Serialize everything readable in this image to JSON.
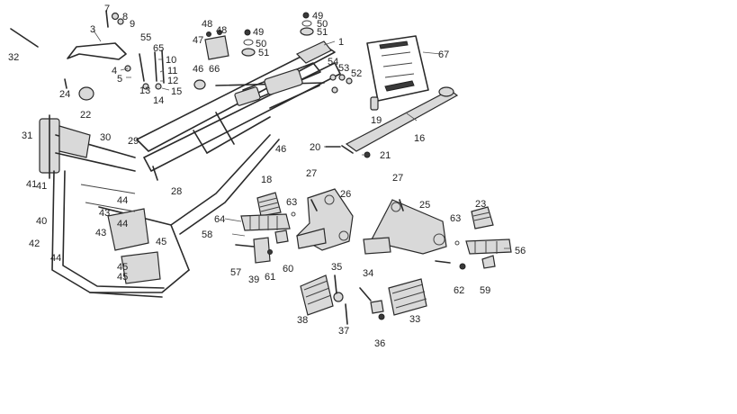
{
  "parts": [
    {
      "id": "part-1",
      "label": "1"
    },
    {
      "id": "part-3",
      "label": "3"
    },
    {
      "id": "part-4",
      "label": "4"
    },
    {
      "id": "part-5",
      "label": "5"
    },
    {
      "id": "part-7",
      "label": "7"
    },
    {
      "id": "part-8",
      "label": "8"
    },
    {
      "id": "part-9",
      "label": "9"
    },
    {
      "id": "part-10",
      "label": "10"
    },
    {
      "id": "part-11",
      "label": "11"
    },
    {
      "id": "part-12",
      "label": "12"
    },
    {
      "id": "part-13",
      "label": "13"
    },
    {
      "id": "part-14",
      "label": "14"
    },
    {
      "id": "part-15",
      "label": "15"
    },
    {
      "id": "part-16",
      "label": "16"
    },
    {
      "id": "part-18",
      "label": "18"
    },
    {
      "id": "part-19",
      "label": "19"
    },
    {
      "id": "part-20",
      "label": "20"
    },
    {
      "id": "part-21",
      "label": "21"
    },
    {
      "id": "part-22",
      "label": "22"
    },
    {
      "id": "part-23",
      "label": "23"
    },
    {
      "id": "part-24",
      "label": "24"
    },
    {
      "id": "part-25",
      "label": "25"
    },
    {
      "id": "part-26",
      "label": "26"
    },
    {
      "id": "part-27a",
      "label": "27"
    },
    {
      "id": "part-27b",
      "label": "27"
    },
    {
      "id": "part-28",
      "label": "28"
    },
    {
      "id": "part-29",
      "label": "29"
    },
    {
      "id": "part-30",
      "label": "30"
    },
    {
      "id": "part-31",
      "label": "31"
    },
    {
      "id": "part-32",
      "label": "32"
    },
    {
      "id": "part-33",
      "label": "33"
    },
    {
      "id": "part-34",
      "label": "34"
    },
    {
      "id": "part-35",
      "label": "35"
    },
    {
      "id": "part-36",
      "label": "36"
    },
    {
      "id": "part-37",
      "label": "37"
    },
    {
      "id": "part-38",
      "label": "38"
    },
    {
      "id": "part-39",
      "label": "39"
    },
    {
      "id": "part-40",
      "label": "40"
    },
    {
      "id": "part-41a",
      "label": "41"
    },
    {
      "id": "part-41b",
      "label": "41"
    },
    {
      "id": "part-42",
      "label": "42"
    },
    {
      "id": "part-43a",
      "label": "43"
    },
    {
      "id": "part-43b",
      "label": "43"
    },
    {
      "id": "part-44a",
      "label": "44"
    },
    {
      "id": "part-44b",
      "label": "44"
    },
    {
      "id": "part-44c",
      "label": "44"
    },
    {
      "id": "part-45a",
      "label": "45"
    },
    {
      "id": "part-45b",
      "label": "45"
    },
    {
      "id": "part-45c",
      "label": "45"
    },
    {
      "id": "part-46a",
      "label": "46"
    },
    {
      "id": "part-46b",
      "label": "46"
    },
    {
      "id": "part-47",
      "label": "47"
    },
    {
      "id": "part-48a",
      "label": "48"
    },
    {
      "id": "part-48b",
      "label": "48"
    },
    {
      "id": "part-49a",
      "label": "49"
    },
    {
      "id": "part-49b",
      "label": "49"
    },
    {
      "id": "part-50a",
      "label": "50"
    },
    {
      "id": "part-50b",
      "label": "50"
    },
    {
      "id": "part-51a",
      "label": "51"
    },
    {
      "id": "part-51b",
      "label": "51"
    },
    {
      "id": "part-52",
      "label": "52"
    },
    {
      "id": "part-53",
      "label": "53"
    },
    {
      "id": "part-54",
      "label": "54"
    },
    {
      "id": "part-55",
      "label": "55"
    },
    {
      "id": "part-56",
      "label": "56"
    },
    {
      "id": "part-57",
      "label": "57"
    },
    {
      "id": "part-58",
      "label": "58"
    },
    {
      "id": "part-59",
      "label": "59"
    },
    {
      "id": "part-60",
      "label": "60"
    },
    {
      "id": "part-61",
      "label": "61"
    },
    {
      "id": "part-62",
      "label": "62"
    },
    {
      "id": "part-63a",
      "label": "63"
    },
    {
      "id": "part-63b",
      "label": "63"
    },
    {
      "id": "part-64",
      "label": "64"
    },
    {
      "id": "part-65",
      "label": "65"
    },
    {
      "id": "part-66",
      "label": "66"
    },
    {
      "id": "part-67",
      "label": "67"
    }
  ]
}
